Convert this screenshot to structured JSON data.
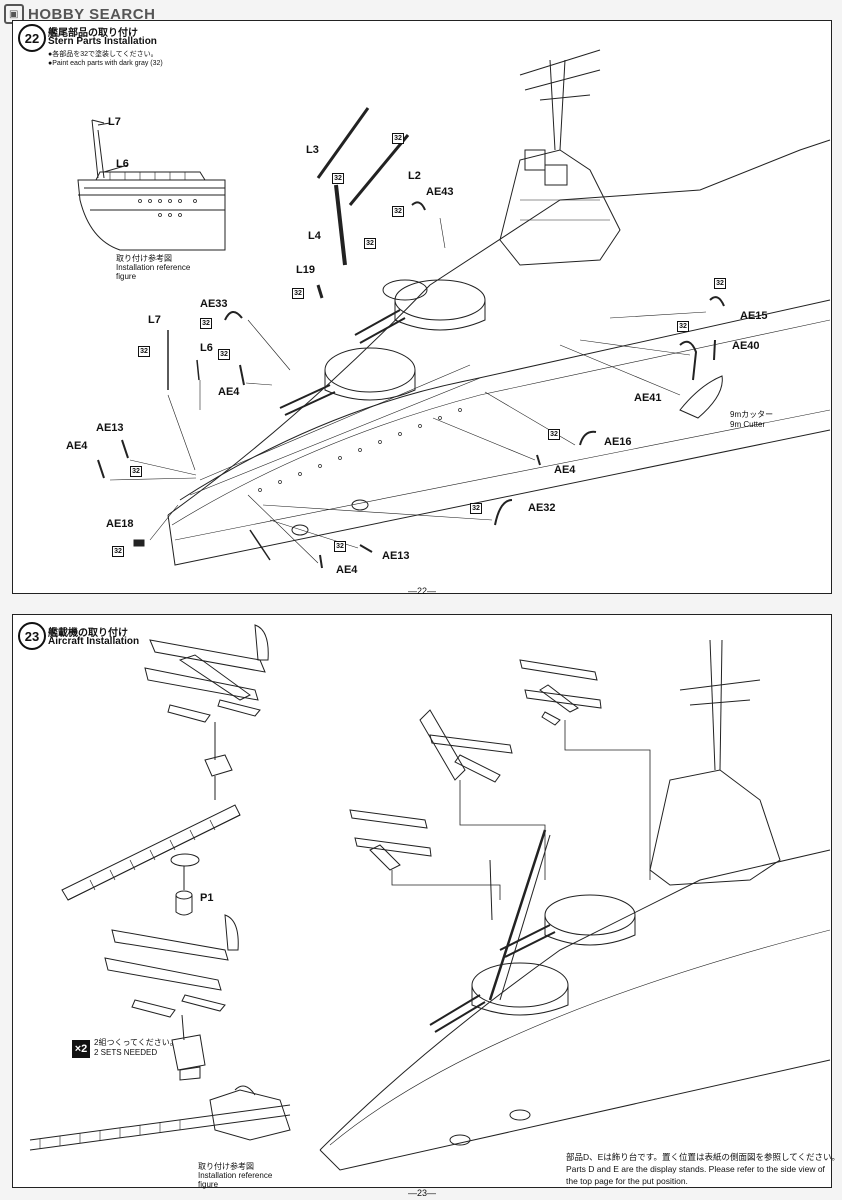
{
  "watermark": {
    "text": "HOBBY SEARCH"
  },
  "step22": {
    "number": "22",
    "title_jp": "艦尾部品の取り付け",
    "title_en": "Stern Parts Installation",
    "note_jp": "●各部品を32で塗装してください。",
    "note_en": "●Paint each parts with dark gray (32)",
    "ref_caption_jp": "取り付け参考図",
    "ref_caption_en_1": "Installation reference",
    "ref_caption_en_2": "figure",
    "ref_labels": {
      "l7": "L7",
      "l6": "L6"
    },
    "labels": {
      "l3": "L3",
      "l2": "L2",
      "ae43": "AE43",
      "l4": "L4",
      "l19": "L19",
      "ae33": "AE33",
      "l7": "L7",
      "l6": "L6",
      "ae4_a": "AE4",
      "ae13_a": "AE13",
      "ae4_b": "AE4",
      "ae18": "AE18",
      "ae15": "AE15",
      "ae40": "AE40",
      "ae41": "AE41",
      "cutter_jp": "9mカッター",
      "cutter_en": "9m Cutter",
      "ae16": "AE16",
      "ae4_c": "AE4",
      "ae32": "AE32",
      "ae13_b": "AE13",
      "ae4_d": "AE4"
    },
    "color_code": "32",
    "page_number": "—22—"
  },
  "step23": {
    "number": "23",
    "title_jp": "艦載機の取り付け",
    "title_en": "Aircraft Installation",
    "labels": {
      "p1": "P1"
    },
    "multiplier": "×2",
    "sets_jp": "2組つくってください。",
    "sets_en": "2 SETS NEEDED",
    "ref_caption_jp": "取り付け参考図",
    "ref_caption_en_1": "Installation reference",
    "ref_caption_en_2": "figure",
    "footer_jp": "部品D、Eは飾り台です。置く位置は表紙の側面図を参照してください。",
    "footer_en_1": "Parts D and E are the display stands. Please refer to the side view of",
    "footer_en_2": "the top page for the put position.",
    "page_number": "—23—"
  },
  "colors": {
    "line": "#222222",
    "paper": "#ffffff",
    "background": "#f4f4f4"
  }
}
